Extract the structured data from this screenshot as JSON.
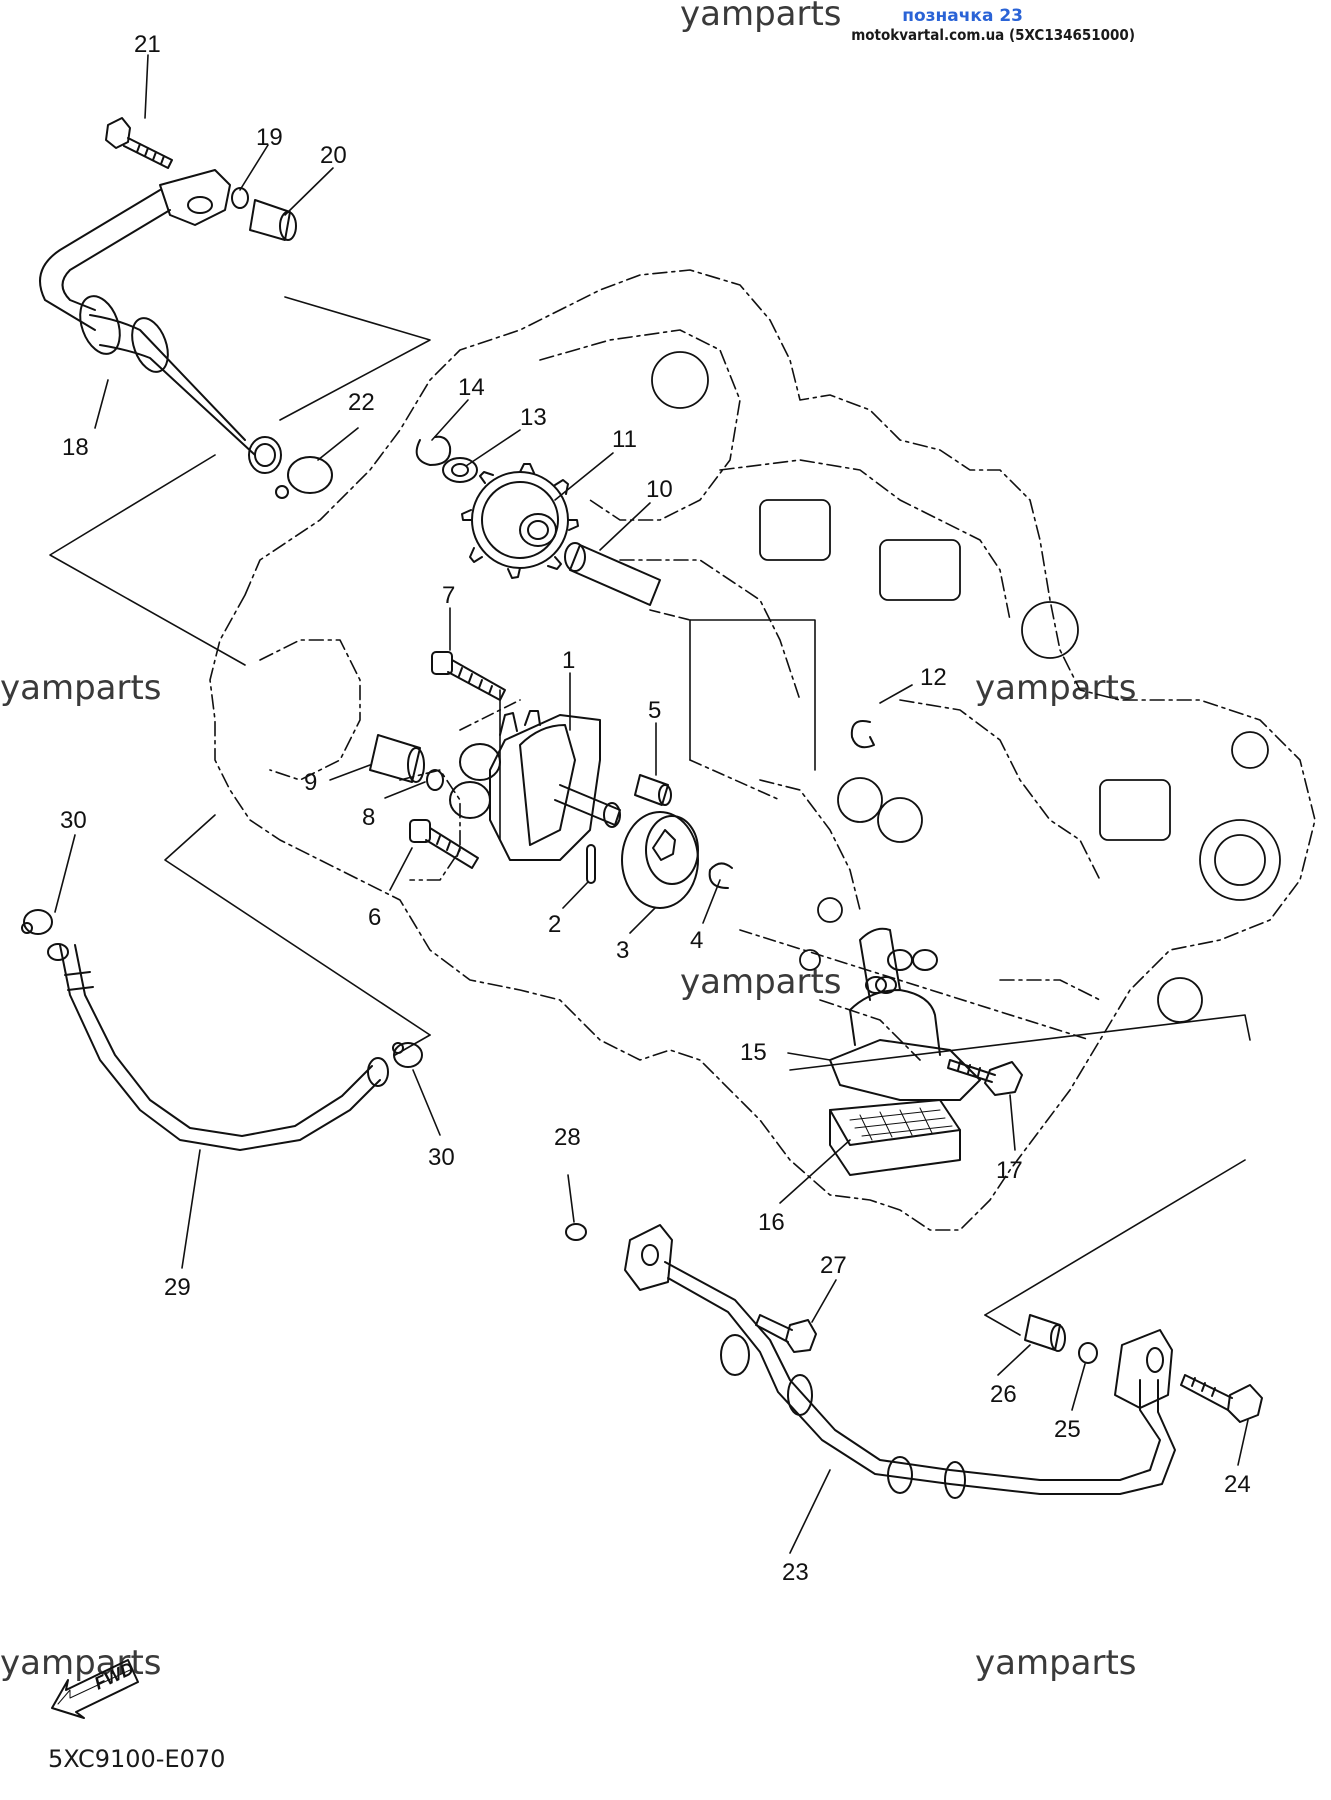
{
  "header": {
    "tag": "позначка 23",
    "source": "motokvartal.com.ua (5XC134651000)"
  },
  "watermark": "yamparts",
  "diagram_code": "5XC9100-E070",
  "fwd_label": "FWD",
  "callouts": {
    "c1": "1",
    "c2": "2",
    "c3": "3",
    "c4": "4",
    "c5": "5",
    "c6": "6",
    "c7": "7",
    "c8": "8",
    "c9": "9",
    "c10": "10",
    "c11": "11",
    "c12": "12",
    "c13": "13",
    "c14": "14",
    "c15": "15",
    "c16": "16",
    "c17": "17",
    "c18": "18",
    "c19": "19",
    "c20": "20",
    "c21": "21",
    "c22": "22",
    "c23": "23",
    "c24": "24",
    "c25": "25",
    "c26": "26",
    "c27": "27",
    "c28": "28",
    "c29": "29",
    "c30a": "30",
    "c30b": "30"
  },
  "colors": {
    "line": "#111111",
    "header_tag": "#2a63d6",
    "watermark": "#3a3a3a"
  }
}
